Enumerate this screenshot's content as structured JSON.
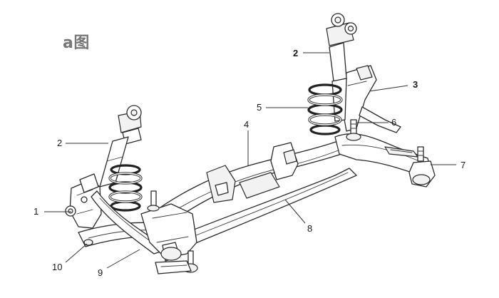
{
  "figure": {
    "title": "a图"
  },
  "callouts": [
    {
      "id": "1",
      "text": "1",
      "bold": false
    },
    {
      "id": "2a",
      "text": "2",
      "bold": false
    },
    {
      "id": "2b",
      "text": "2",
      "bold": true
    },
    {
      "id": "3",
      "text": "3",
      "bold": true
    },
    {
      "id": "4",
      "text": "4",
      "bold": false
    },
    {
      "id": "5",
      "text": "5",
      "bold": false
    },
    {
      "id": "6",
      "text": "6",
      "bold": false
    },
    {
      "id": "7",
      "text": "7",
      "bold": false
    },
    {
      "id": "8",
      "text": "8",
      "bold": false
    },
    {
      "id": "9",
      "text": "9",
      "bold": false
    },
    {
      "id": "10",
      "text": "10",
      "bold": false
    }
  ]
}
